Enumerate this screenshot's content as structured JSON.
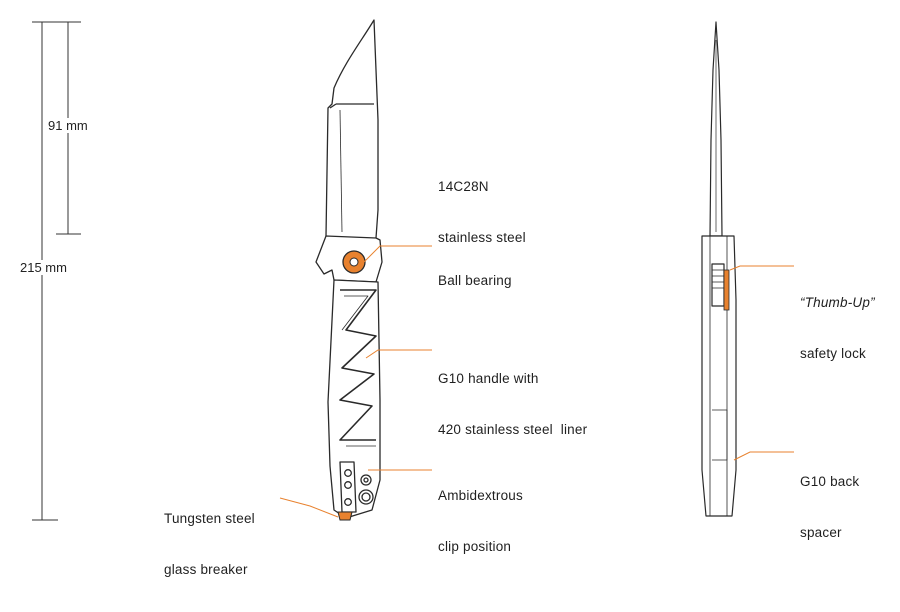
{
  "dimensions": {
    "blade_length": "91 mm",
    "overall_length": "215 mm"
  },
  "callouts": {
    "blade_steel": {
      "line1": "14C28N",
      "line2": "stainless steel"
    },
    "pivot": {
      "line1": "Ball bearing"
    },
    "handle": {
      "line1": "G10 handle with",
      "line2": "420 stainless steel  liner"
    },
    "clip": {
      "line1": "Ambidextrous",
      "line2": "clip position"
    },
    "glass_breaker": {
      "line1": "Tungsten steel",
      "line2": "glass breaker"
    },
    "safety_lock": {
      "line1": "“Thumb-Up”",
      "line2": "safety lock"
    },
    "back_spacer": {
      "line1": "G10 back",
      "line2": "spacer"
    }
  },
  "colors": {
    "accent": "#e8822f",
    "outline": "#2a2a2a",
    "text": "#1f1f1f"
  }
}
